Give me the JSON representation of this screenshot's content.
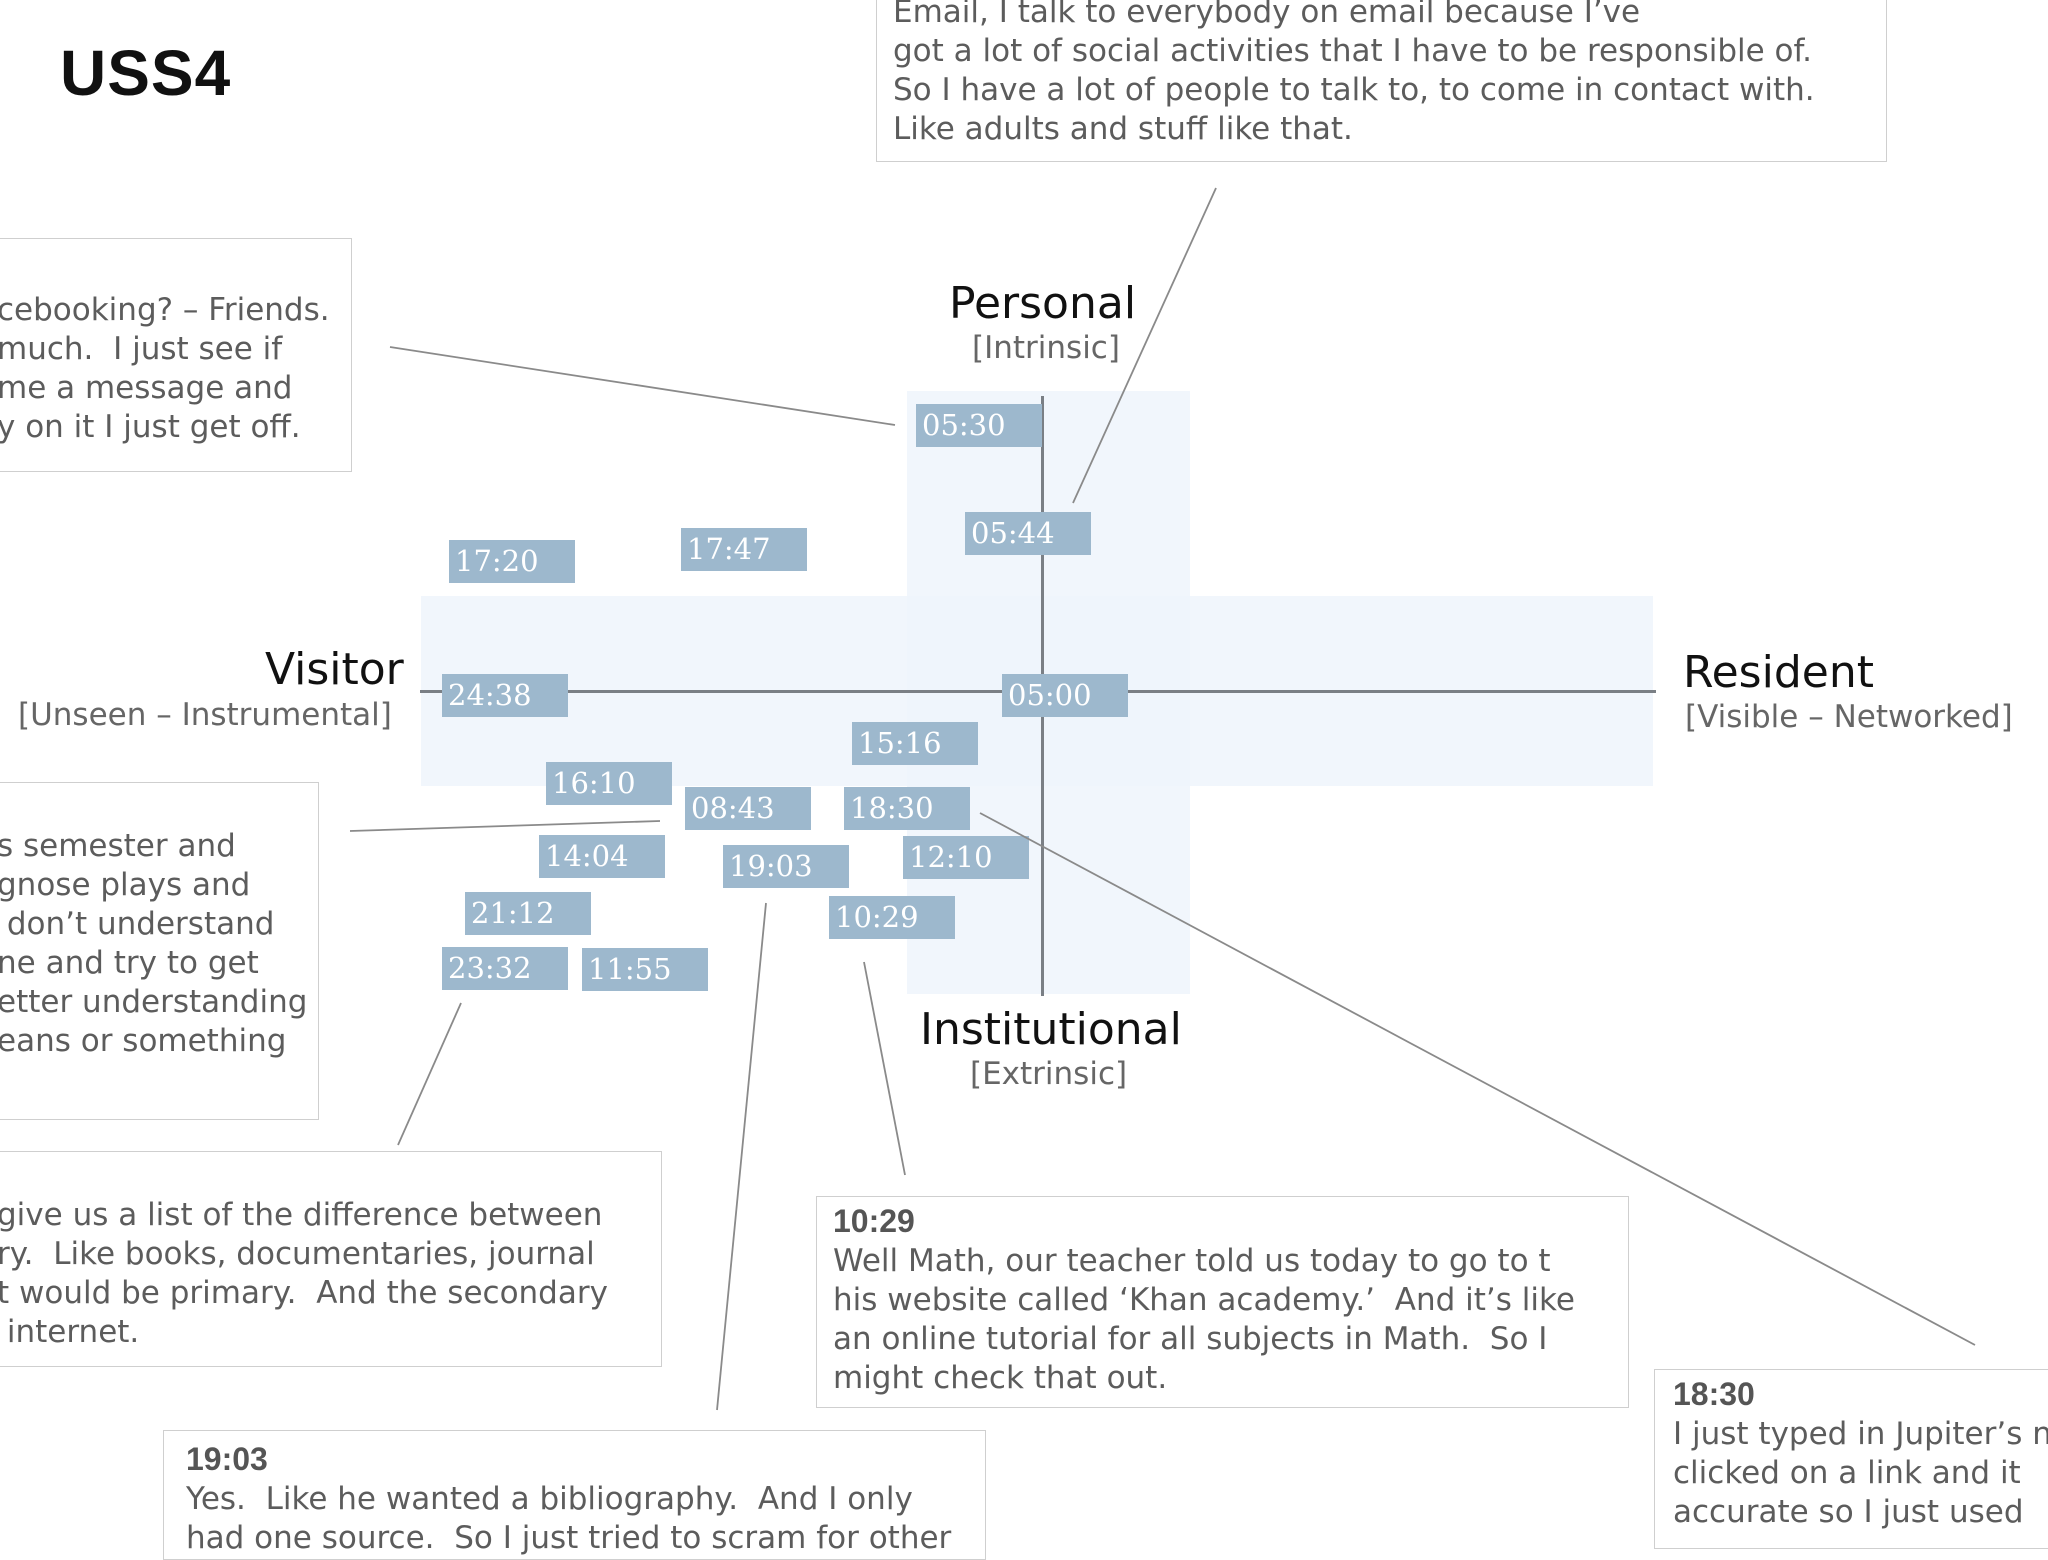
{
  "title": "USS4",
  "axes": {
    "personal": {
      "label": "Personal",
      "sub": "[Intrinsic]"
    },
    "institutional": {
      "label": "Institutional",
      "sub": "[Extrinsic]"
    },
    "visitor": {
      "label": "Visitor",
      "sub": "[Unseen – Instrumental]"
    },
    "resident": {
      "label": "Resident",
      "sub": "[Visible – Networked]"
    }
  },
  "timestamps": [
    "05:30",
    "05:44",
    "17:20",
    "17:47",
    "24:38",
    "05:00",
    "15:16",
    "16:10",
    "08:43",
    "18:30",
    "14:04",
    "19:03",
    "12:10",
    "21:12",
    "10:29",
    "23:32",
    "11:55"
  ],
  "quotes": {
    "top": {
      "time": "",
      "text": "Email, I talk to everybody on email because I’ve\ngot a lot of social activities that I have to be responsible of.\nSo I have a lot of people to talk to, to come in contact with.\nLike adults and stuff like that."
    },
    "left_top": {
      "time": "",
      "text": "cebooking? – Friends.\nmuch.  I just see if\nme a message and\ny on it I just get off."
    },
    "left_mid": {
      "time": "",
      "text": "s semester and\ngnose plays and\n don’t understand\nne and try to get\netter understanding\neans or something"
    },
    "left_bottom": {
      "time": "",
      "text": "give us a list of the difference between\nry.  Like books, documentaries, journal\nt would be primary.  And the secondary\n internet."
    },
    "q1903": {
      "time": "19:03",
      "text": "Yes.  Like he wanted a bibliography.  And I only\nhad one source.  So I just tried to scram for other"
    },
    "q1029": {
      "time": "10:29",
      "text": "Well Math, our teacher told us today to go to t\nhis website called ‘Khan academy.’  And it’s like\nan online tutorial for all subjects in Math.  So I\nmight check that out."
    },
    "q1830": {
      "time": "18:30",
      "text": "I just typed in Jupiter’s n\nclicked on a link and it \naccurate so I just used"
    }
  }
}
